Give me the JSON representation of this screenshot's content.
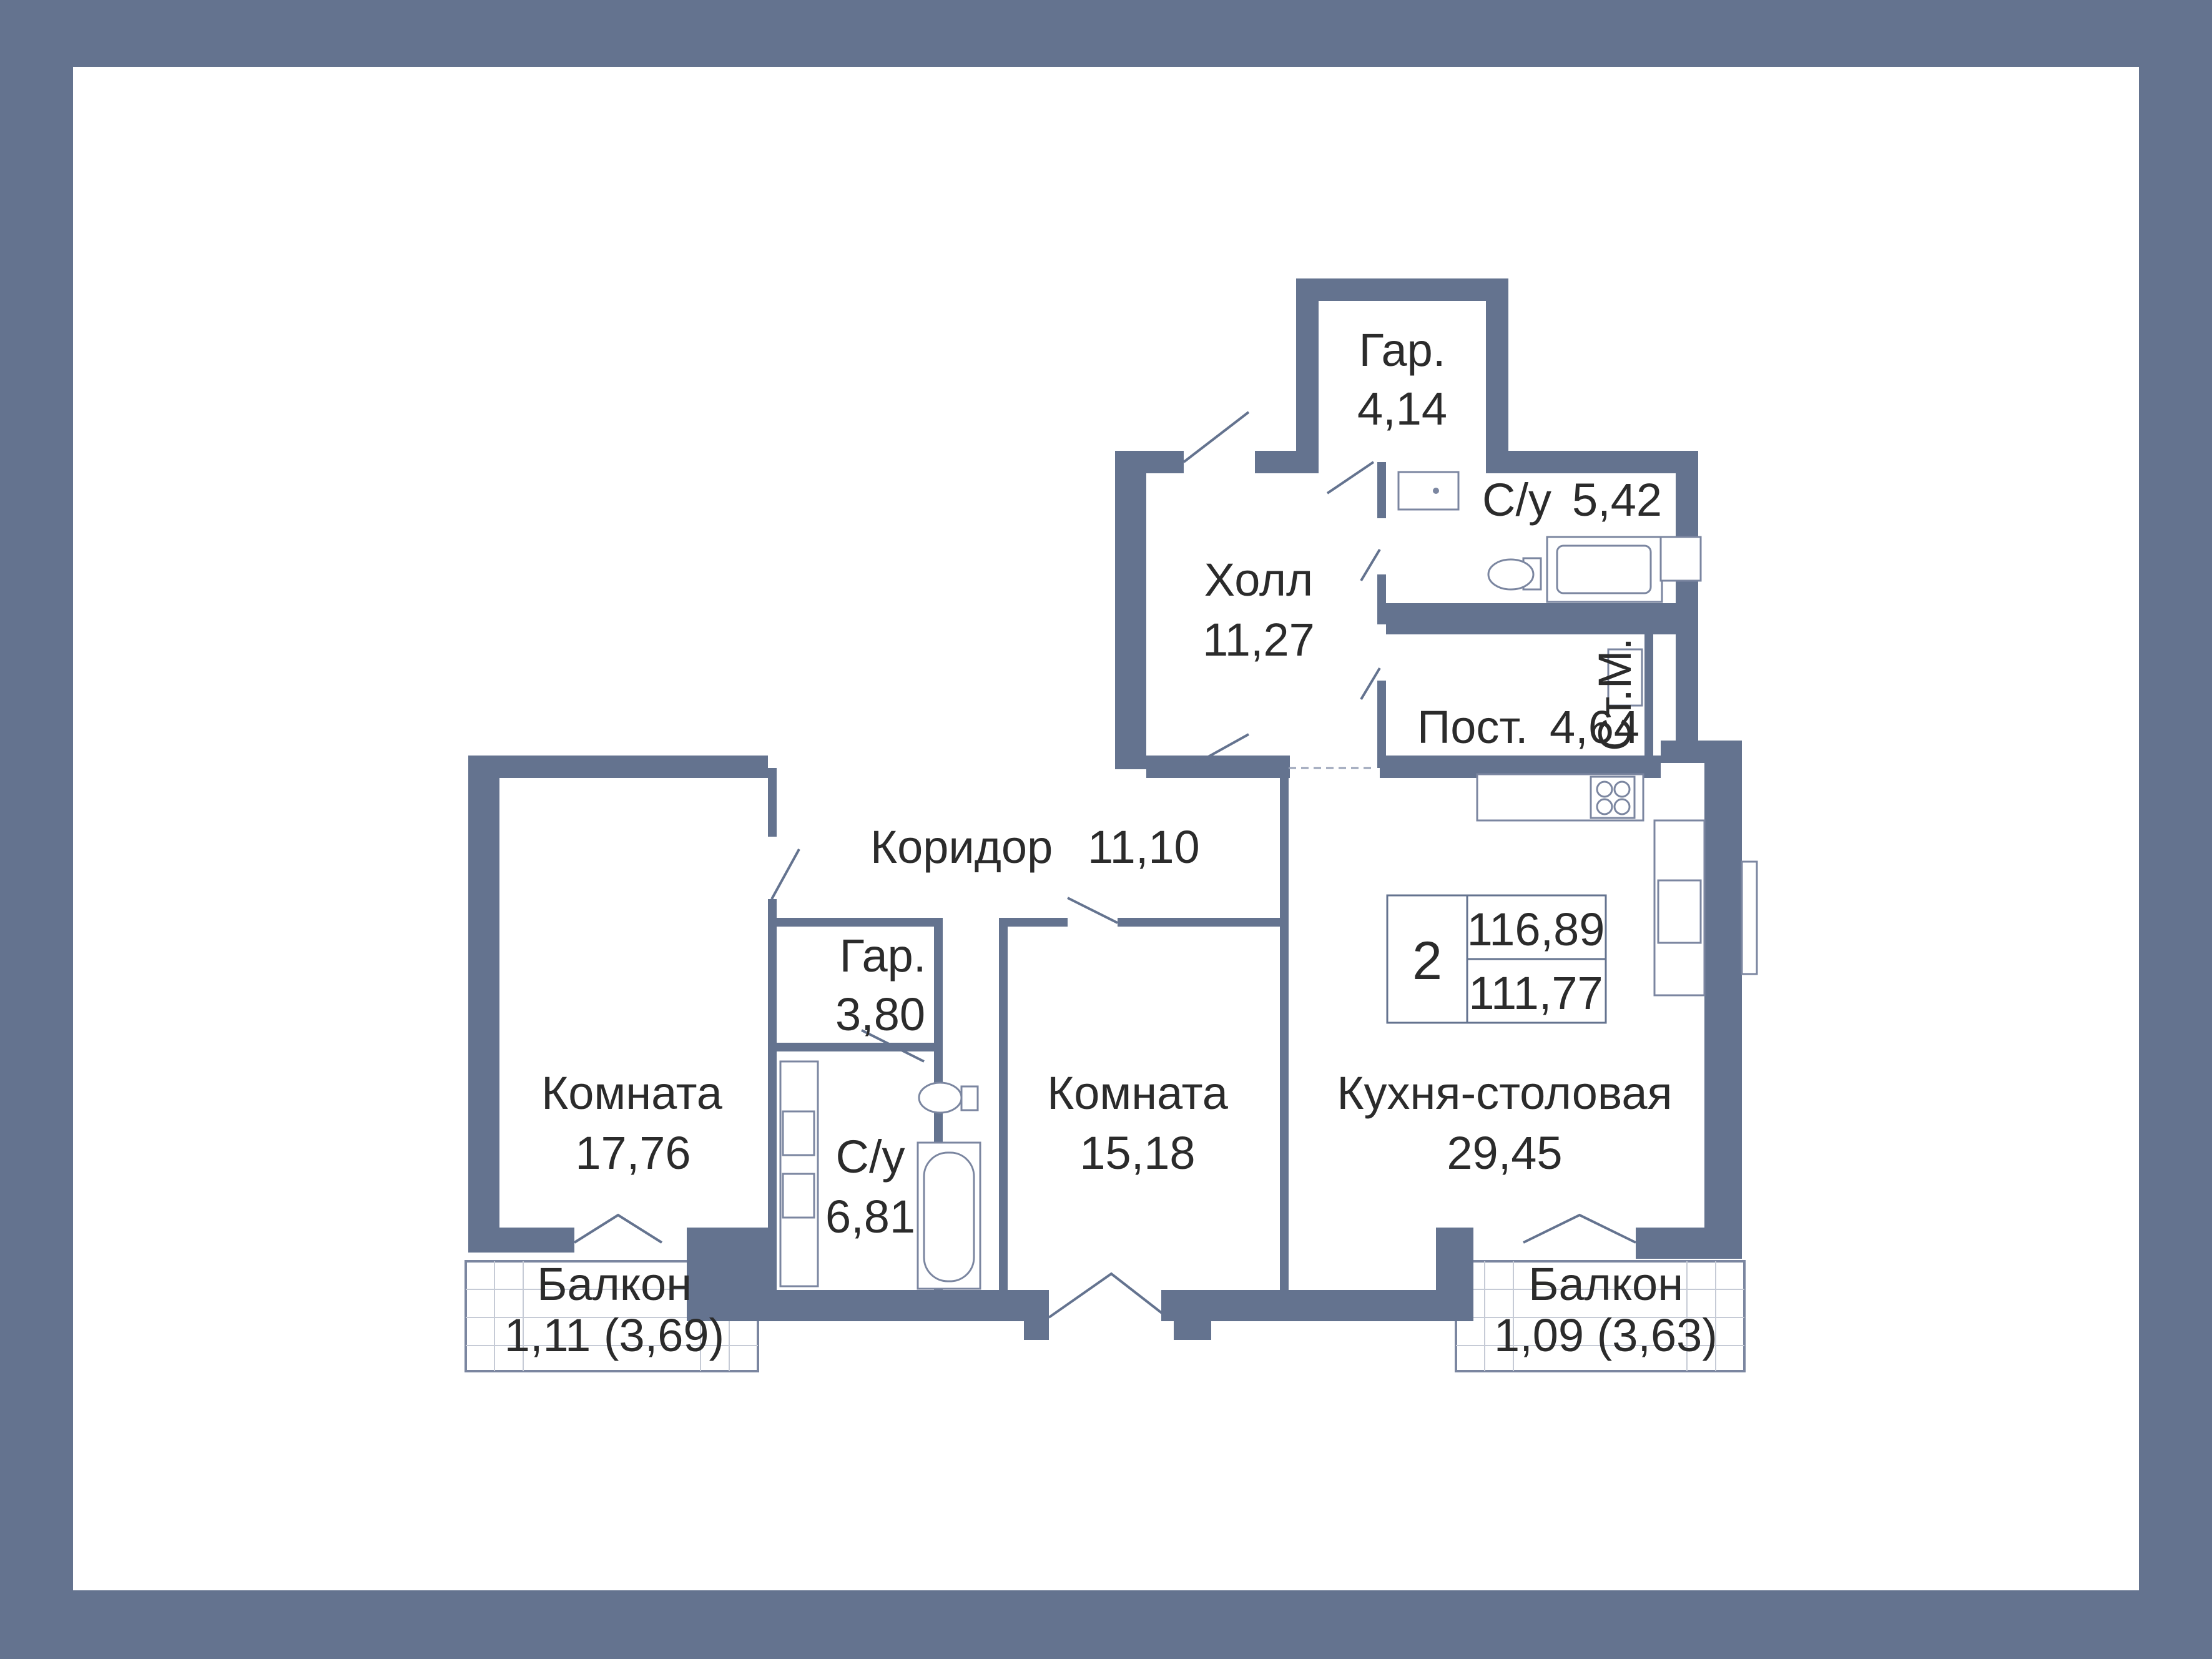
{
  "colors": {
    "frame": "#64738f",
    "background": "#ffffff",
    "text": "#2b2b2b"
  },
  "apartment": {
    "rooms_count": "2",
    "total_area": "116,89",
    "living_area": "111,77"
  },
  "rooms": {
    "wardrobe_top": {
      "name": "Гар.",
      "area": "4,14"
    },
    "bathroom_top": {
      "name": "С/у",
      "area": "5,42"
    },
    "hall": {
      "name": "Холл",
      "area": "11,27"
    },
    "laundry": {
      "name": "Пост.",
      "area": "4,64"
    },
    "meter_label": "Ст.М.",
    "corridor": {
      "name": "Коридор",
      "area": "11,10"
    },
    "wardrobe_mid": {
      "name": "Гар.",
      "area": "3,80"
    },
    "bathroom_mid": {
      "name": "С/у",
      "area": "6,81"
    },
    "room_left": {
      "name": "Комната",
      "area": "17,76"
    },
    "room_middle": {
      "name": "Комната",
      "area": "15,18"
    },
    "kitchen": {
      "name": "Кухня-столовая",
      "area": "29,45"
    },
    "balcony_left": {
      "name": "Балкон",
      "area": "1,11 (3,69)"
    },
    "balcony_right": {
      "name": "Балкон",
      "area": "1,09 (3,63)"
    }
  }
}
